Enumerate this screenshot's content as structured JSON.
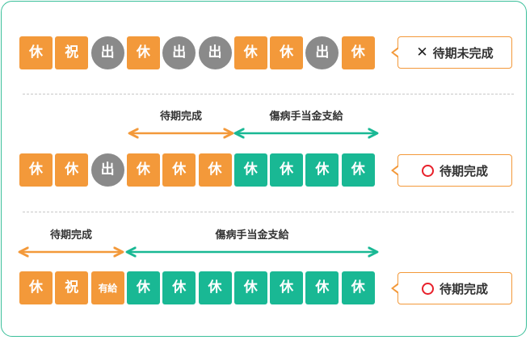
{
  "colors": {
    "rest": "#f3993a",
    "benefit": "#19b894",
    "work": "#8a8a8a",
    "frame": "#3bbf9a",
    "circle_mark": "#e8202a"
  },
  "rows": [
    {
      "days": [
        {
          "text": "休",
          "kind": "orange"
        },
        {
          "text": "祝",
          "kind": "orange"
        },
        {
          "text": "出",
          "kind": "gray"
        },
        {
          "text": "休",
          "kind": "orange"
        },
        {
          "text": "出",
          "kind": "gray"
        },
        {
          "text": "出",
          "kind": "gray"
        },
        {
          "text": "休",
          "kind": "orange"
        },
        {
          "text": "休",
          "kind": "orange"
        },
        {
          "text": "出",
          "kind": "gray"
        },
        {
          "text": "休",
          "kind": "orange"
        }
      ],
      "result": {
        "mark": "cross",
        "mark_text": "✕",
        "text": "待期未完成"
      }
    },
    {
      "labels": {
        "waiting": "待期完成",
        "benefit": "傷病手当金支給"
      },
      "days": [
        {
          "text": "休",
          "kind": "orange"
        },
        {
          "text": "休",
          "kind": "orange"
        },
        {
          "text": "出",
          "kind": "gray"
        },
        {
          "text": "休",
          "kind": "orange"
        },
        {
          "text": "休",
          "kind": "orange"
        },
        {
          "text": "休",
          "kind": "orange"
        },
        {
          "text": "休",
          "kind": "teal"
        },
        {
          "text": "休",
          "kind": "teal"
        },
        {
          "text": "休",
          "kind": "teal"
        },
        {
          "text": "休",
          "kind": "teal"
        }
      ],
      "result": {
        "mark": "circle",
        "text": "待期完成"
      }
    },
    {
      "labels": {
        "waiting": "待期完成",
        "benefit": "傷病手当金支給"
      },
      "days": [
        {
          "text": "休",
          "kind": "orange"
        },
        {
          "text": "祝",
          "kind": "orange"
        },
        {
          "text": "有給",
          "kind": "orange"
        },
        {
          "text": "休",
          "kind": "teal"
        },
        {
          "text": "休",
          "kind": "teal"
        },
        {
          "text": "休",
          "kind": "teal"
        },
        {
          "text": "休",
          "kind": "teal"
        },
        {
          "text": "休",
          "kind": "teal"
        },
        {
          "text": "休",
          "kind": "teal"
        },
        {
          "text": "休",
          "kind": "teal"
        }
      ],
      "result": {
        "mark": "circle",
        "text": "待期完成"
      }
    }
  ]
}
